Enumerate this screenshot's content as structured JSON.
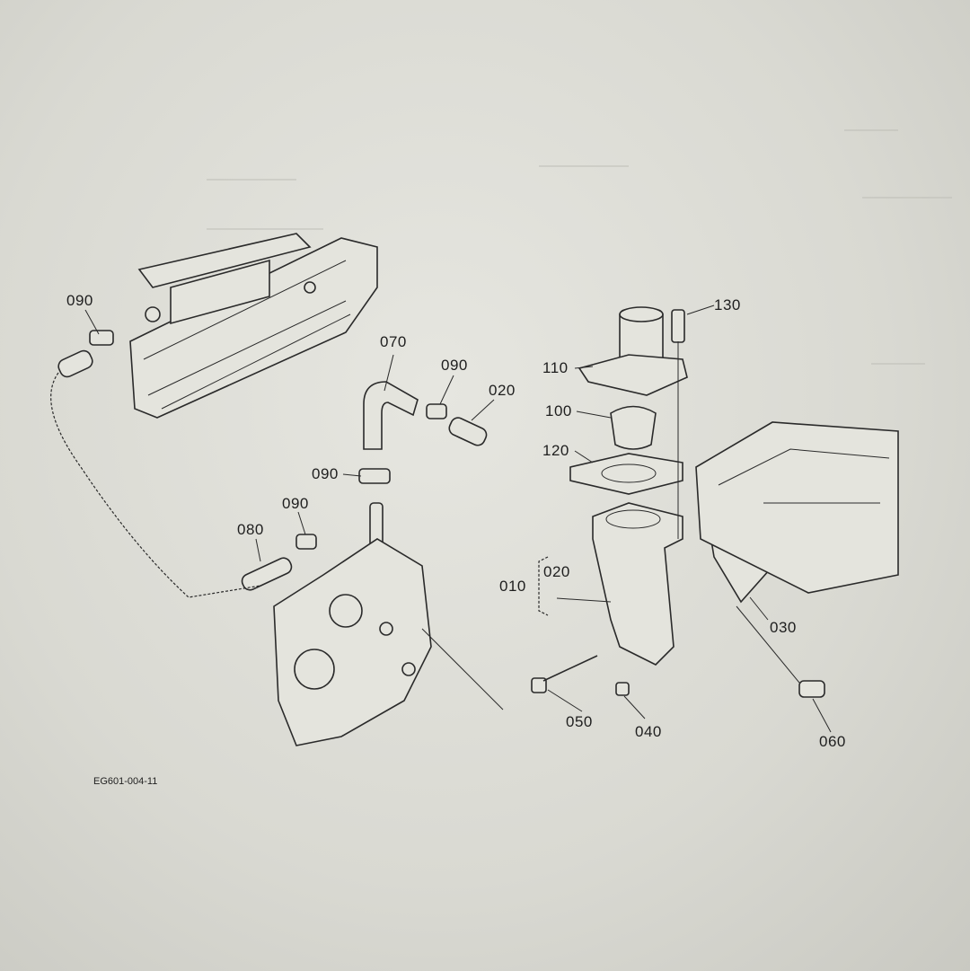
{
  "diagram": {
    "drawing_code": "EG601-004-11",
    "callouts": [
      {
        "id": "090a",
        "label": "090"
      },
      {
        "id": "070",
        "label": "070"
      },
      {
        "id": "090b",
        "label": "090"
      },
      {
        "id": "020a",
        "label": "020"
      },
      {
        "id": "130",
        "label": "130"
      },
      {
        "id": "110",
        "label": "110"
      },
      {
        "id": "100",
        "label": "100"
      },
      {
        "id": "120",
        "label": "120"
      },
      {
        "id": "090c",
        "label": "090"
      },
      {
        "id": "090d",
        "label": "090"
      },
      {
        "id": "080",
        "label": "080"
      },
      {
        "id": "010",
        "label": "010"
      },
      {
        "id": "020b",
        "label": "020"
      },
      {
        "id": "030",
        "label": "030"
      },
      {
        "id": "050",
        "label": "050"
      },
      {
        "id": "040",
        "label": "040"
      },
      {
        "id": "060",
        "label": "060"
      }
    ]
  }
}
